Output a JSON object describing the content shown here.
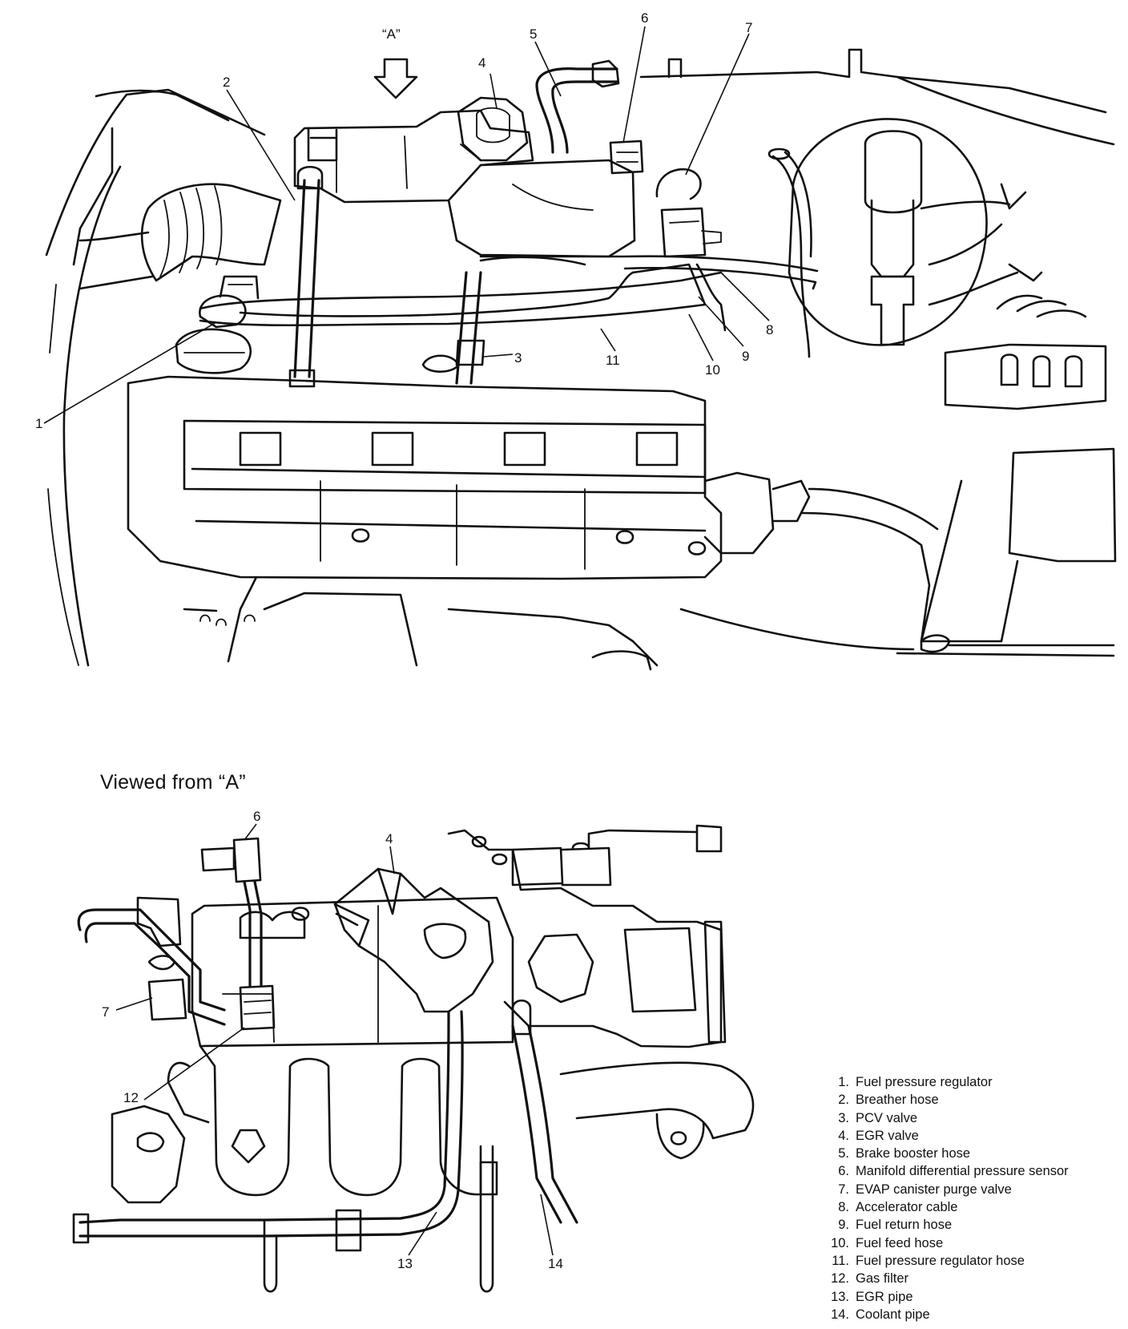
{
  "view_marker": "“A”",
  "view_title": "Viewed from “A”",
  "callouts_top": {
    "c1": "1",
    "c2": "2",
    "c3": "3",
    "c4": "4",
    "c5": "5",
    "c6": "6",
    "c7": "7",
    "c8": "8",
    "c9": "9",
    "c10": "10",
    "c11": "11"
  },
  "callouts_bottom": {
    "c4": "4",
    "c6": "6",
    "c7": "7",
    "c12": "12",
    "c13": "13",
    "c14": "14"
  },
  "legend": [
    {
      "num": "1.",
      "label": "Fuel pressure regulator"
    },
    {
      "num": "2.",
      "label": "Breather hose"
    },
    {
      "num": "3.",
      "label": "PCV valve"
    },
    {
      "num": "4.",
      "label": "EGR valve"
    },
    {
      "num": "5.",
      "label": "Brake booster hose"
    },
    {
      "num": "6.",
      "label": "Manifold differential pressure sensor"
    },
    {
      "num": "7.",
      "label": "EVAP canister purge valve"
    },
    {
      "num": "8.",
      "label": "Accelerator cable"
    },
    {
      "num": "9.",
      "label": "Fuel return hose"
    },
    {
      "num": "10.",
      "label": "Fuel feed hose"
    },
    {
      "num": "11.",
      "label": "Fuel pressure regulator hose"
    },
    {
      "num": "12.",
      "label": "Gas filter"
    },
    {
      "num": "13.",
      "label": "EGR pipe"
    },
    {
      "num": "14.",
      "label": "Coolant pipe"
    }
  ]
}
